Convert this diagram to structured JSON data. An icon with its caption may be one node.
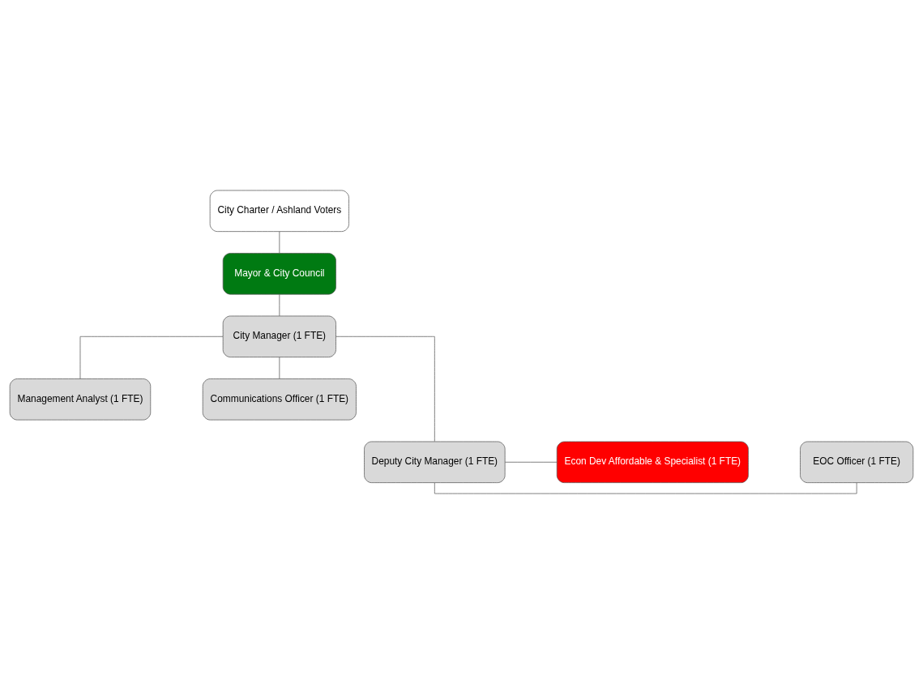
{
  "diagram": {
    "nodes": [
      {
        "text": [
          "City Charter / Ashland Voters"
        ]
      },
      {
        "text": [
          "Mayor & City Council"
        ]
      },
      {
        "text": [
          "City Manager (1 FTE)"
        ]
      },
      {
        "text": [
          "Management Analyst (1 FTE)"
        ]
      },
      {
        "text": [
          "Communications Officer (1 FTE)"
        ]
      },
      {
        "text": [
          "EOC Officer (1 FTE)"
        ]
      },
      {
        "text": [
          "Deputy City Manager (1 FTE)"
        ]
      },
      {
        "text": [
          "Econ Dev Affordable & Specialist (1 FTE)"
        ]
      }
    ],
    "edges": [
      {
        "from": 0,
        "to": 1,
        "arrow": "none"
      },
      {
        "from": 1,
        "to": 2,
        "arrow": "none"
      },
      {
        "from": 2,
        "to": 3,
        "arrow": "none"
      },
      {
        "from": 2,
        "to": 4,
        "arrow": "none"
      },
      {
        "from": 2,
        "to": 6,
        "arrow": "none"
      },
      {
        "from": 6,
        "to": 5,
        "arrow": "none"
      },
      {
        "from": 6,
        "to": 7,
        "arrow": "none"
      }
    ]
  }
}
